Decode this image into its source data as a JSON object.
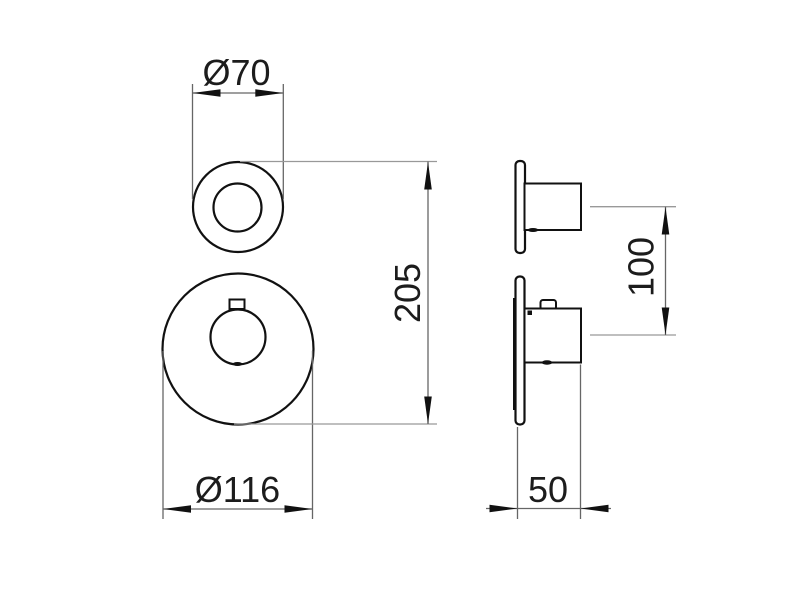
{
  "dimensions": {
    "knob_diameter": "Ø70",
    "plate_diameter": "Ø116",
    "overall_height": "205",
    "center_distance": "100",
    "depth": "50"
  },
  "colors": {
    "outline": "#111111",
    "dim": "#666666",
    "ref": "#999999",
    "text": "#1c1c1c",
    "background": "#ffffff"
  }
}
